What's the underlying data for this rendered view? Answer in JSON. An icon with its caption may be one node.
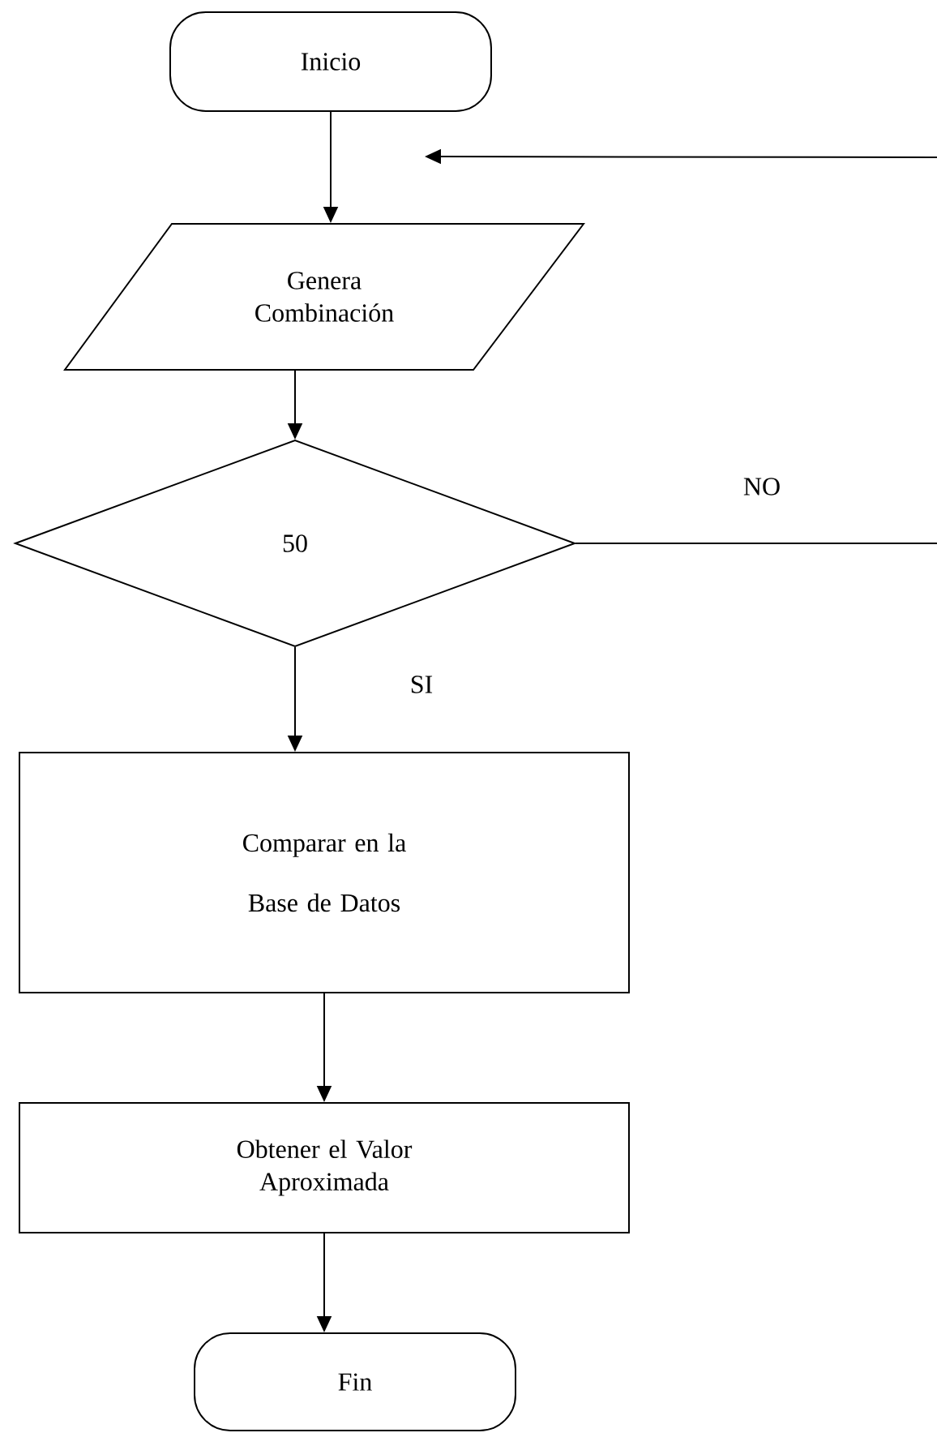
{
  "diagram": {
    "nodes": [
      {
        "text": [
          "Inicio"
        ]
      },
      {
        "text": [
          "Genera Combinación"
        ]
      },
      {
        "text": [
          "50"
        ]
      },
      {
        "text": [
          "Comparar en la Base de Datos"
        ]
      },
      {
        "text": [
          "Obtener el Valor Aproximada"
        ]
      },
      {
        "text": [
          "Fin"
        ]
      }
    ],
    "edges": [
      {
        "from": 0,
        "to": 1,
        "arrow": "to"
      },
      {
        "from": 1,
        "to": 2,
        "arrow": "to"
      },
      {
        "from": 2,
        "to": 3,
        "arrow": "to",
        "label": "SI"
      },
      {
        "from": 3,
        "to": 4,
        "arrow": "to"
      },
      {
        "from": 4,
        "to": 5,
        "arrow": "to"
      },
      {
        "from": 2,
        "to": null,
        "arrow": "none",
        "label": "NO"
      },
      {
        "from": null,
        "to": 1,
        "arrow": "to"
      }
    ]
  }
}
